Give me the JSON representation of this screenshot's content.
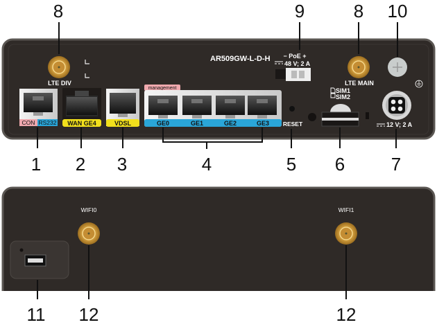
{
  "callouts": {
    "top": [
      "8",
      "9",
      "8",
      "10"
    ],
    "bottom": [
      "1",
      "2",
      "3",
      "4",
      "5",
      "6",
      "7"
    ],
    "rear": [
      "11",
      "12",
      "12"
    ]
  },
  "front_panel": {
    "model": "AR509GW-L-D-H",
    "lte_div": "LTE DIV",
    "lte_main": "LTE MAIN",
    "poe_label": "− PoE +",
    "poe_rating": "48 V; 2 A",
    "con": "CON",
    "rs232": "RS232",
    "wan": "WAN GE4",
    "vdsl": "VDSL",
    "management": "management",
    "ge_ports": [
      "GE0",
      "GE1",
      "GE2",
      "GE3"
    ],
    "reset": "RESET",
    "sim1": "SIM1",
    "sim2": "SIM2",
    "power_rating": "12 V; 2 A"
  },
  "rear_panel": {
    "wifi0": "WIFI0",
    "wifi1": "WIFI1"
  },
  "colors": {
    "chassis": "#2f2a27",
    "antenna_gold": "#d9a441",
    "label_yellow": "#f2e01c",
    "label_blue": "#2aa6d9",
    "label_pink": "#f0a9ae"
  }
}
